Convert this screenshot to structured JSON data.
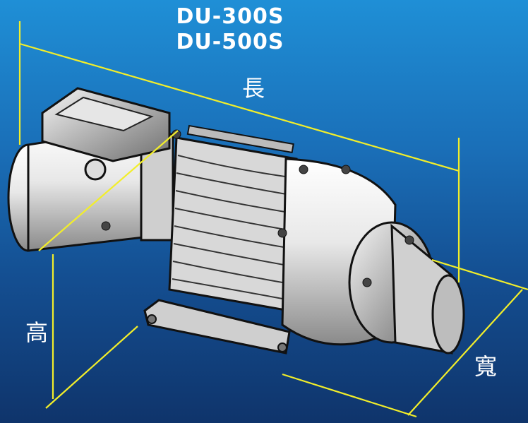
{
  "model_lines": [
    "DU-300S",
    "DU-500S"
  ],
  "dimensions": {
    "length_label": "長",
    "height_label": "高",
    "width_label": "寬"
  },
  "colors": {
    "background_top": "#1f8fd6",
    "background_bottom": "#0f346b",
    "dimension_line": "#f2ee2a",
    "text": "#ffffff"
  },
  "illustration": "electric-wire-rope-winch"
}
